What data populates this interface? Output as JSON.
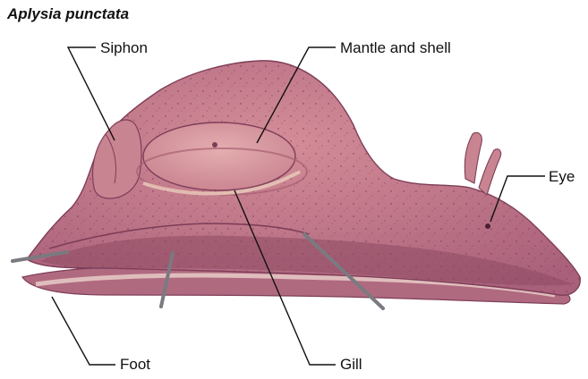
{
  "figure": {
    "title": "Aplysia punctata",
    "labels": {
      "siphon": "Siphon",
      "mantle_and_shell": "Mantle and shell",
      "eye": "Eye",
      "foot": "Foot",
      "gill": "Gill"
    }
  },
  "colors": {
    "body": "#c07585",
    "body_shadow": "#8e4a63",
    "mantle": "#d99aa0",
    "foot_edge": "#e6c6c2",
    "leader_line": "#111111",
    "pin": "#7a7a80"
  }
}
